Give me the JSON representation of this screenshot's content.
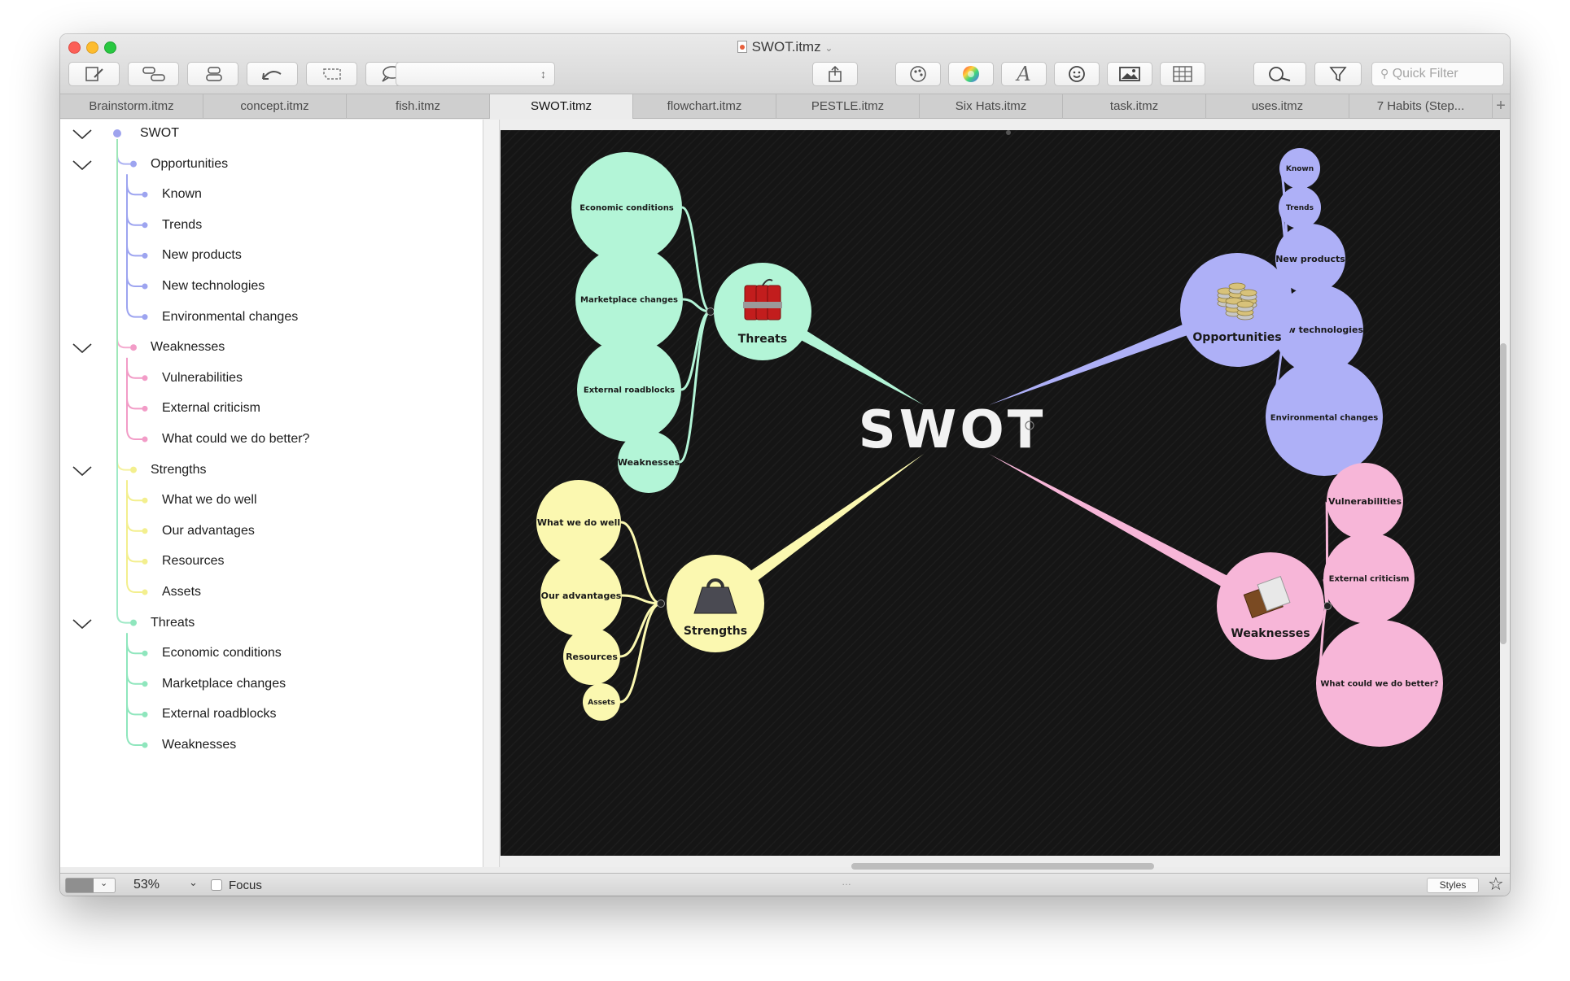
{
  "window": {
    "title": "SWOT.itmz"
  },
  "toolbar": {
    "quick_filter_placeholder": "Quick Filter"
  },
  "tabs": [
    "Brainstorm.itmz",
    "concept.itmz",
    "fish.itmz",
    "SWOT.itmz",
    "flowchart.itmz",
    "PESTLE.itmz",
    "Six Hats.itmz",
    "task.itmz",
    "uses.itmz",
    "7 Habits (Step..."
  ],
  "active_tab": "SWOT.itmz",
  "outline": {
    "root": "SWOT",
    "groups": [
      {
        "label": "Opportunities",
        "color": "#9da4f0",
        "items": [
          "Known",
          "Trends",
          "New products",
          "New technologies",
          "Environmental changes"
        ]
      },
      {
        "label": "Weaknesses",
        "color": "#f29cc7",
        "items": [
          "Vulnerabilities",
          "External criticism",
          "What could we do better?"
        ]
      },
      {
        "label": "Strengths",
        "color": "#f3ef8e",
        "items": [
          "What we do well",
          "Our advantages",
          "Resources",
          "Assets"
        ]
      },
      {
        "label": "Threats",
        "color": "#8fe6bd",
        "items": [
          "Economic conditions",
          "Marketplace changes",
          "External roadblocks",
          "Weaknesses"
        ]
      }
    ]
  },
  "map": {
    "central": "SWOT",
    "threats": {
      "label": "Threats",
      "color": "#b3f5d7",
      "children": [
        "Economic conditions",
        "Marketplace changes",
        "External roadblocks",
        "Weaknesses"
      ]
    },
    "opportunities": {
      "label": "Opportunities",
      "color": "#aeb0f7",
      "children": [
        "Known",
        "Trends",
        "New products",
        "New technologies",
        "Environmental changes"
      ]
    },
    "strengths": {
      "label": "Strengths",
      "color": "#fbf8b0",
      "children": [
        "What we do well",
        "Our advantages",
        "Resources",
        "Assets"
      ]
    },
    "weaknesses": {
      "label": "Weaknesses",
      "color": "#f7b6d8",
      "children": [
        "Vulnerabilities",
        "External criticism",
        "What could we do better?"
      ]
    }
  },
  "status": {
    "zoom": "53%",
    "focus_label": "Focus",
    "styles_label": "Styles"
  }
}
